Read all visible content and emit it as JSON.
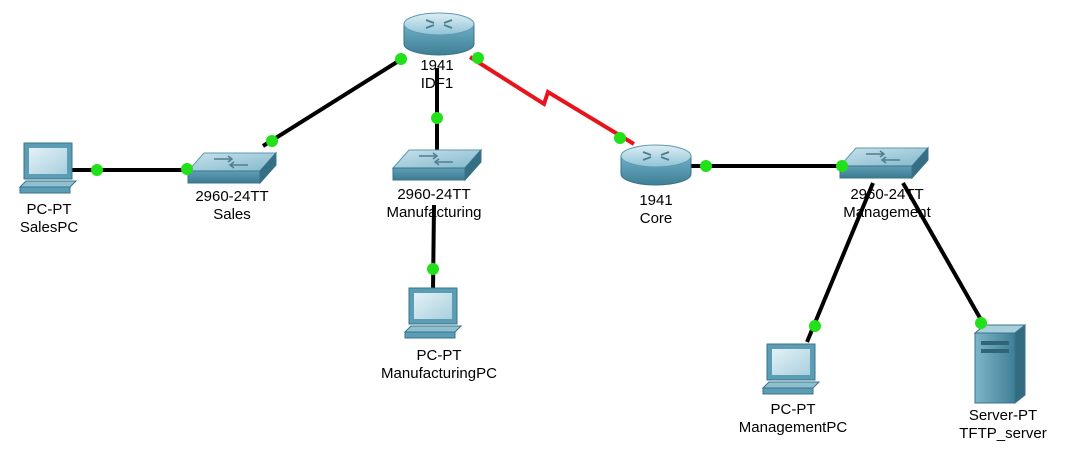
{
  "devices": {
    "router_idf1": {
      "model": "1941",
      "name": "IDF1"
    },
    "router_core": {
      "model": "1941",
      "name": "Core"
    },
    "switch_sales": {
      "model": "2960-24TT",
      "name": "Sales"
    },
    "switch_manufacturing": {
      "model": "2960-24TT",
      "name": "Manufacturing"
    },
    "switch_management": {
      "model": "2960-24TT",
      "name": "Management"
    },
    "pc_sales": {
      "model": "PC-PT",
      "name": "SalesPC"
    },
    "pc_manufacturing": {
      "model": "PC-PT",
      "name": "ManufacturingPC"
    },
    "pc_management": {
      "model": "PC-PT",
      "name": "ManagementPC"
    },
    "server_tftp": {
      "model": "Server-PT",
      "name": "TFTP_server"
    }
  },
  "links": [
    {
      "from": "pc_sales",
      "to": "switch_sales",
      "type": "copper-straight",
      "color": "#000000"
    },
    {
      "from": "switch_sales",
      "to": "router_idf1",
      "type": "copper-straight",
      "color": "#000000"
    },
    {
      "from": "router_idf1",
      "to": "switch_manufacturing",
      "type": "copper-straight",
      "color": "#000000"
    },
    {
      "from": "switch_manufacturing",
      "to": "pc_manufacturing",
      "type": "copper-straight",
      "color": "#000000"
    },
    {
      "from": "router_idf1",
      "to": "router_core",
      "type": "serial",
      "color": "#e8141b"
    },
    {
      "from": "router_core",
      "to": "switch_management",
      "type": "copper-straight",
      "color": "#000000"
    },
    {
      "from": "switch_management",
      "to": "pc_management",
      "type": "copper-straight",
      "color": "#000000"
    },
    {
      "from": "switch_management",
      "to": "server_tftp",
      "type": "copper-straight",
      "color": "#000000"
    }
  ],
  "colors": {
    "link_up_indicator": "#22e01a",
    "copper_link": "#000000",
    "serial_link": "#e8141b",
    "device_body": "#5a9db5"
  }
}
